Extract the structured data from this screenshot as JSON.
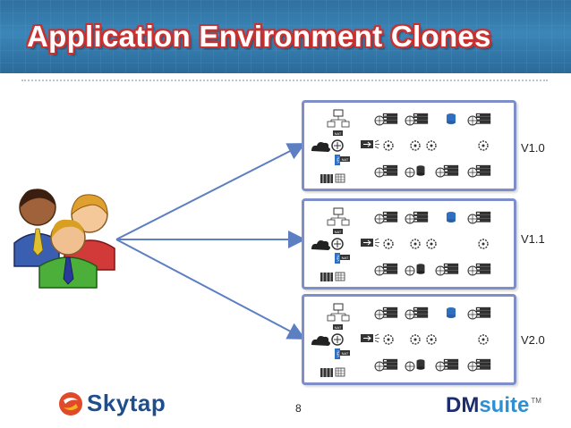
{
  "slide": {
    "title": "Application Environment Clones",
    "page_number": "8"
  },
  "environments": [
    {
      "label": "V1.0"
    },
    {
      "label": "V1.1"
    },
    {
      "label": "V2.0"
    }
  ],
  "node_labels": {
    "nat": "NAT",
    "vpn": "VPN"
  },
  "logos": {
    "skytap": "Skytap",
    "dmsuite_a": "DM",
    "dmsuite_b": "suite",
    "dmsuite_tm": "TM"
  },
  "colors": {
    "header": "#3b86b8",
    "title_outline": "#c93030",
    "box_border": "#7e8ec9",
    "arrow": "#5b7fc2"
  },
  "icons": [
    "people-group-icon",
    "cloud-icon",
    "router-icon",
    "server-icon",
    "database-icon",
    "globe-icon",
    "firewall-icon"
  ]
}
